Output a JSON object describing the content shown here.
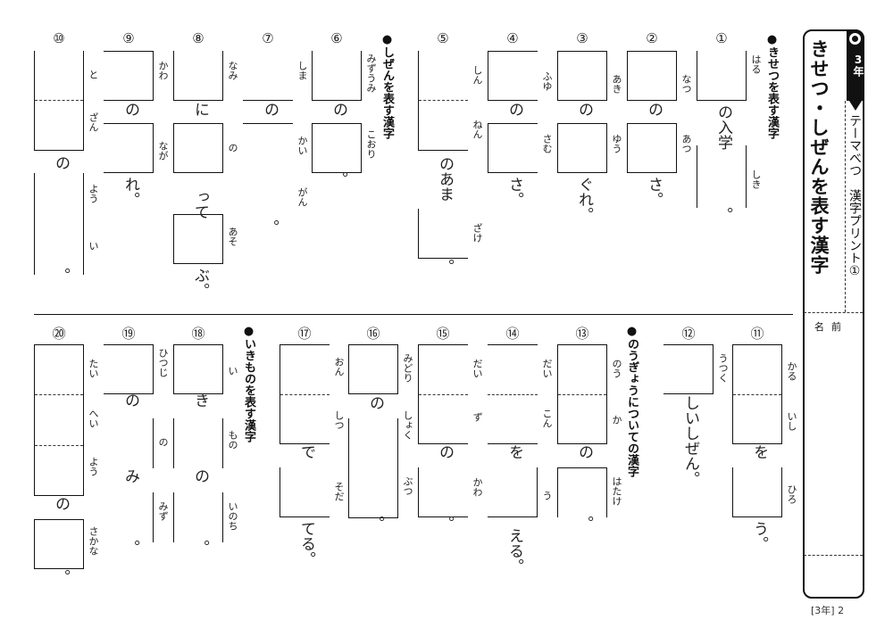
{
  "header": {
    "title": "きせつ・しぜんを表す漢字",
    "grade": "3年",
    "subtitle": "テーマべつ　漢字プリント①",
    "name_label": "名前",
    "footer": "[3年] 2"
  },
  "sections": [
    {
      "heading": "●きせつを表す漢字"
    },
    {
      "heading": "●しぜんを表す漢字"
    },
    {
      "heading": "●のうぎょうについての漢字"
    },
    {
      "heading": "●いきものを表す漢字"
    }
  ],
  "questions": [
    {
      "num": "①",
      "furigana": [
        "はる",
        "しき"
      ],
      "text": [
        "の入学",
        "。"
      ]
    },
    {
      "num": "②",
      "furigana": [
        "なつ",
        "あつ"
      ],
      "text": [
        "の",
        "さ。"
      ]
    },
    {
      "num": "③",
      "furigana": [
        "あき",
        "ゆう"
      ],
      "text": [
        "の",
        "ぐれ。"
      ]
    },
    {
      "num": "④",
      "furigana": [
        "ふゆ",
        "さむ"
      ],
      "text": [
        "の",
        "さ。"
      ]
    },
    {
      "num": "⑤",
      "furigana": [
        "しん",
        "ねん",
        "ざけ"
      ],
      "text": [
        "のあま",
        "。"
      ]
    },
    {
      "num": "⑥",
      "furigana": [
        "みずうみ",
        "こおり"
      ],
      "text": [
        "の",
        "。"
      ]
    },
    {
      "num": "⑦",
      "furigana": [
        "しま",
        "かい",
        "がん"
      ],
      "text": [
        "の",
        "。"
      ]
    },
    {
      "num": "⑧",
      "furigana": [
        "なみ",
        "の",
        "あそ"
      ],
      "text": [
        "に",
        "って",
        "ぶ。"
      ]
    },
    {
      "num": "⑨",
      "furigana": [
        "かわ",
        "なが"
      ],
      "text": [
        "の",
        "れ。"
      ]
    },
    {
      "num": "⑩",
      "furigana": [
        "と",
        "ざん",
        "よう",
        "い"
      ],
      "text": [
        "の",
        "。"
      ]
    },
    {
      "num": "⑪",
      "furigana": [
        "かる",
        "いし",
        "ひろ"
      ],
      "text": [
        "を",
        "う。"
      ]
    },
    {
      "num": "⑫",
      "furigana": [
        "うつく"
      ],
      "text": [
        "しいしぜん。"
      ]
    },
    {
      "num": "⑬",
      "furigana": [
        "のう",
        "か",
        "はたけ"
      ],
      "text": [
        "の",
        "。"
      ]
    },
    {
      "num": "⑭",
      "furigana": [
        "だい",
        "こん",
        "う"
      ],
      "text": [
        "を",
        "える。"
      ]
    },
    {
      "num": "⑮",
      "furigana": [
        "だい",
        "ず",
        "かわ"
      ],
      "text": [
        "の",
        "。"
      ]
    },
    {
      "num": "⑯",
      "furigana": [
        "みどり",
        "しょく",
        "ぶつ"
      ],
      "text": [
        "の",
        "。"
      ]
    },
    {
      "num": "⑰",
      "furigana": [
        "おん",
        "しつ",
        "そだ"
      ],
      "text": [
        "で",
        "てる。"
      ]
    },
    {
      "num": "⑱",
      "furigana": [
        "い",
        "もの",
        "いのち"
      ],
      "text": [
        "き",
        "の",
        "。"
      ]
    },
    {
      "num": "⑲",
      "furigana": [
        "ひつじ",
        "の",
        "みず"
      ],
      "text": [
        "の",
        "み",
        "。"
      ]
    },
    {
      "num": "⑳",
      "furigana": [
        "たい",
        "へい",
        "よう",
        "さかな"
      ],
      "text": [
        "の",
        "。"
      ]
    }
  ]
}
